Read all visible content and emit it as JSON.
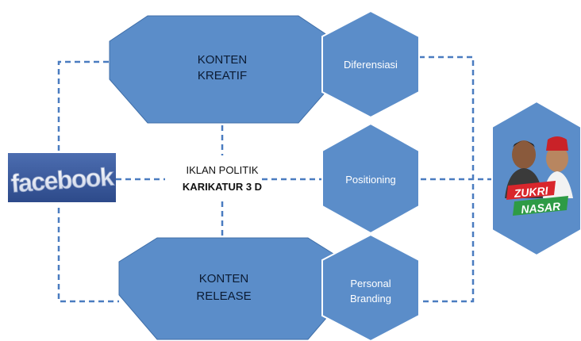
{
  "diagram": {
    "center": {
      "line1": "IKLAN POLITIK",
      "line2": "KARIKATUR 3 D"
    },
    "konten_kreatif": {
      "line1": "KONTEN",
      "line2": "KREATIF"
    },
    "konten_release": {
      "line1": "KONTEN",
      "line2": "RELEASE"
    },
    "diferensiasi": "Diferensiasi",
    "positioning": "Positioning",
    "personal_branding": {
      "line1": "Personal",
      "line2": "Branding"
    },
    "facebook_logo": "facebook",
    "candidate_badge": {
      "line1": "ZUKRI",
      "line2": "NASAR"
    }
  },
  "colors": {
    "shape_fill": "#5b8dc9",
    "shape_stroke": "#3f6ea8",
    "dash_line": "#4a7cc0",
    "facebook_bg": "#3b5998",
    "badge_red": "#d9262c",
    "badge_green": "#2e9b45"
  }
}
